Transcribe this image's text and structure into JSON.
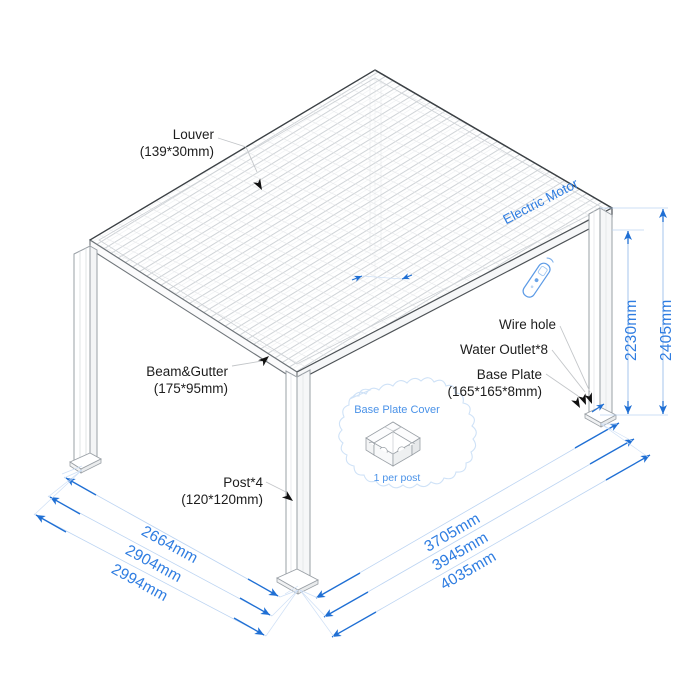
{
  "drawing": {
    "type": "isometric-pergola-technical-drawing",
    "background": "#ffffff",
    "accent_color": "#2f7de1",
    "line_color": "#9aa0a6",
    "leader_color": "#b9bcc0"
  },
  "callouts": [
    {
      "id": "louver",
      "line1": "Louver",
      "line2": "(139*30mm)"
    },
    {
      "id": "beam_gutter",
      "line1": "Beam&Gutter",
      "line2": "(175*95mm)"
    },
    {
      "id": "post",
      "line1": "Post*4",
      "line2": "(120*120mm)"
    },
    {
      "id": "wire_hole",
      "line1": "Wire hole",
      "line2": ""
    },
    {
      "id": "water_outlet",
      "line1": "Water Outlet*8",
      "line2": ""
    },
    {
      "id": "base_plate",
      "line1": "Base Plate",
      "line2": "(165*165*8mm)"
    }
  ],
  "electric_motor": {
    "label": "Electric Motor"
  },
  "inset": {
    "title": "Base Plate Cover",
    "note": "1 per post"
  },
  "dimensions": {
    "height": [
      {
        "value": "2230mm"
      },
      {
        "value": "2405mm"
      }
    ],
    "depth_left": [
      {
        "value": "2664mm"
      },
      {
        "value": "2904mm"
      },
      {
        "value": "2994mm"
      }
    ],
    "width_right": [
      {
        "value": "3705mm"
      },
      {
        "value": "3945mm"
      },
      {
        "value": "4035mm"
      }
    ]
  },
  "icons": {
    "remote": "remote-control-icon",
    "arrow": "dimension-arrow-icon"
  }
}
